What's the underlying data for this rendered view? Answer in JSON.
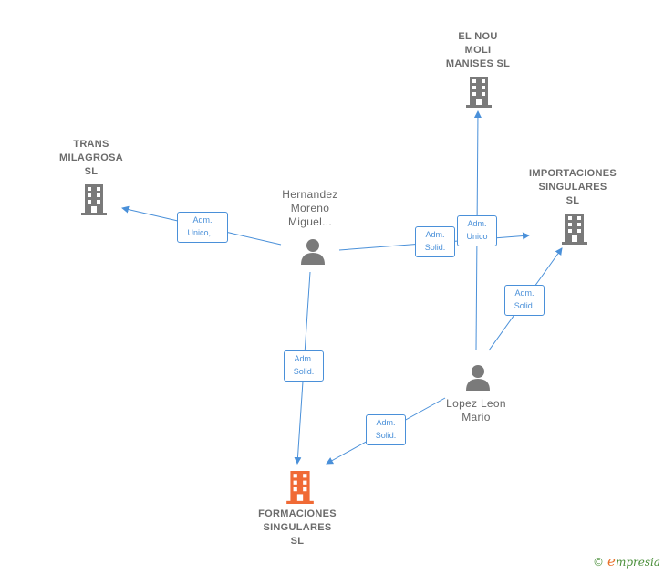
{
  "nodes": {
    "trans": {
      "label": [
        "TRANS",
        "MILAGROSA",
        "SL"
      ]
    },
    "el_nou": {
      "label": [
        "EL NOU",
        "MOLI",
        "MANISES  SL"
      ]
    },
    "importaciones": {
      "label": [
        "IMPORTACIONES",
        "SINGULARES",
        "SL"
      ]
    },
    "hernandez": {
      "label": [
        "Hernandez",
        "Moreno",
        "Miguel..."
      ]
    },
    "lopez": {
      "label": [
        "Lopez Leon",
        "Mario"
      ]
    },
    "formaciones": {
      "label": [
        "FORMACIONES",
        "SINGULARES",
        "SL"
      ]
    }
  },
  "edges": {
    "hernandez_trans": [
      "Adm.",
      "Unico,..."
    ],
    "hernandez_importaciones": [
      "Adm.",
      "Solid."
    ],
    "lopez_el_nou": [
      "Adm.",
      "Unico"
    ],
    "lopez_importaciones": [
      "Adm.",
      "Solid."
    ],
    "hernandez_formaciones": [
      "Adm.",
      "Solid."
    ],
    "lopez_formaciones": [
      "Adm.",
      "Solid."
    ]
  },
  "colors": {
    "edge": "#4a90d9",
    "company_icon": "#7a7a7a",
    "main_company_icon": "#f06a35",
    "person_icon": "#7a7a7a"
  },
  "footer": {
    "copyright": "©",
    "brand_initial": "e",
    "brand_rest": "mpresia"
  }
}
